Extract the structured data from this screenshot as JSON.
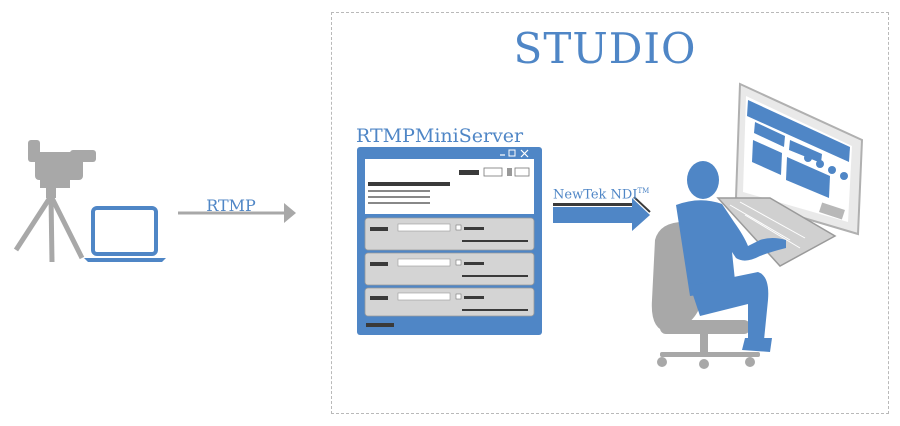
{
  "diagram": {
    "studio_title": "STUDIO",
    "rtmp_label": "RTMP",
    "server_label": "RTMPMiniServer",
    "ndi_label": "NewTek NDI",
    "ndi_trademark": "TM"
  },
  "colors": {
    "accent_blue": "#4f86c6",
    "gray": "#a8a8a8",
    "dark": "#3a3a3a"
  },
  "icons": [
    "camera-icon",
    "laptop-icon",
    "app-window-icon",
    "operator-icon",
    "monitor-icon",
    "keyboard-icon",
    "office-chair-icon"
  ]
}
